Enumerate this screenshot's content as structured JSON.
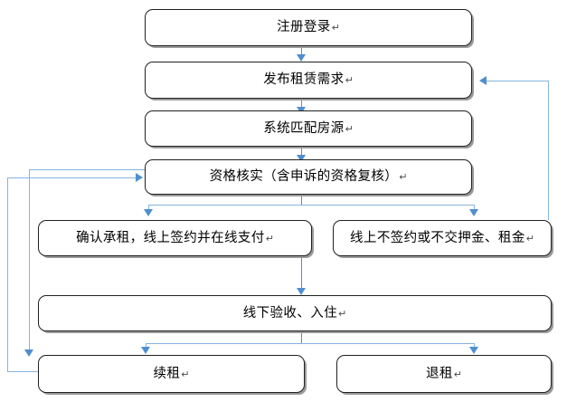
{
  "diagram": {
    "type": "flowchart",
    "title": "",
    "orientation": "top-to-bottom",
    "paragraph_mark": "↵",
    "colors": {
      "node_border": "#202020",
      "node_fill": "#ffffff",
      "node_shadow": "#9a9a9a",
      "connector": "#4f8fd0",
      "connector_light": "#85b4e0",
      "text": "#000000"
    },
    "nodes": [
      {
        "id": "register",
        "label": "注册登录"
      },
      {
        "id": "publish-demand",
        "label": "发布租赁需求"
      },
      {
        "id": "match-house",
        "label": "系统匹配房源"
      },
      {
        "id": "verify",
        "label": "资格核实（含申诉的资格复核）"
      },
      {
        "id": "confirm-sign",
        "label": "确认承租，线上签约并在线支付"
      },
      {
        "id": "no-sign",
        "label": "线上不签约或不交押金、租金"
      },
      {
        "id": "inspect-move",
        "label": "线下验收、入住"
      },
      {
        "id": "renew",
        "label": "续租"
      },
      {
        "id": "terminate",
        "label": "退租"
      }
    ],
    "edges": [
      {
        "from": "register",
        "to": "publish-demand",
        "kind": "down"
      },
      {
        "from": "publish-demand",
        "to": "match-house",
        "kind": "down"
      },
      {
        "from": "match-house",
        "to": "verify",
        "kind": "down"
      },
      {
        "from": "verify",
        "to": "confirm-sign",
        "kind": "split-left"
      },
      {
        "from": "verify",
        "to": "no-sign",
        "kind": "split-right"
      },
      {
        "from": "confirm-sign",
        "to": "inspect-move",
        "kind": "down"
      },
      {
        "from": "inspect-move",
        "to": "renew",
        "kind": "split-left"
      },
      {
        "from": "inspect-move",
        "to": "terminate",
        "kind": "split-right"
      },
      {
        "from": "no-sign",
        "to": "publish-demand",
        "kind": "loop-right"
      },
      {
        "from": "renew",
        "to": "verify",
        "kind": "loop-left"
      }
    ]
  }
}
